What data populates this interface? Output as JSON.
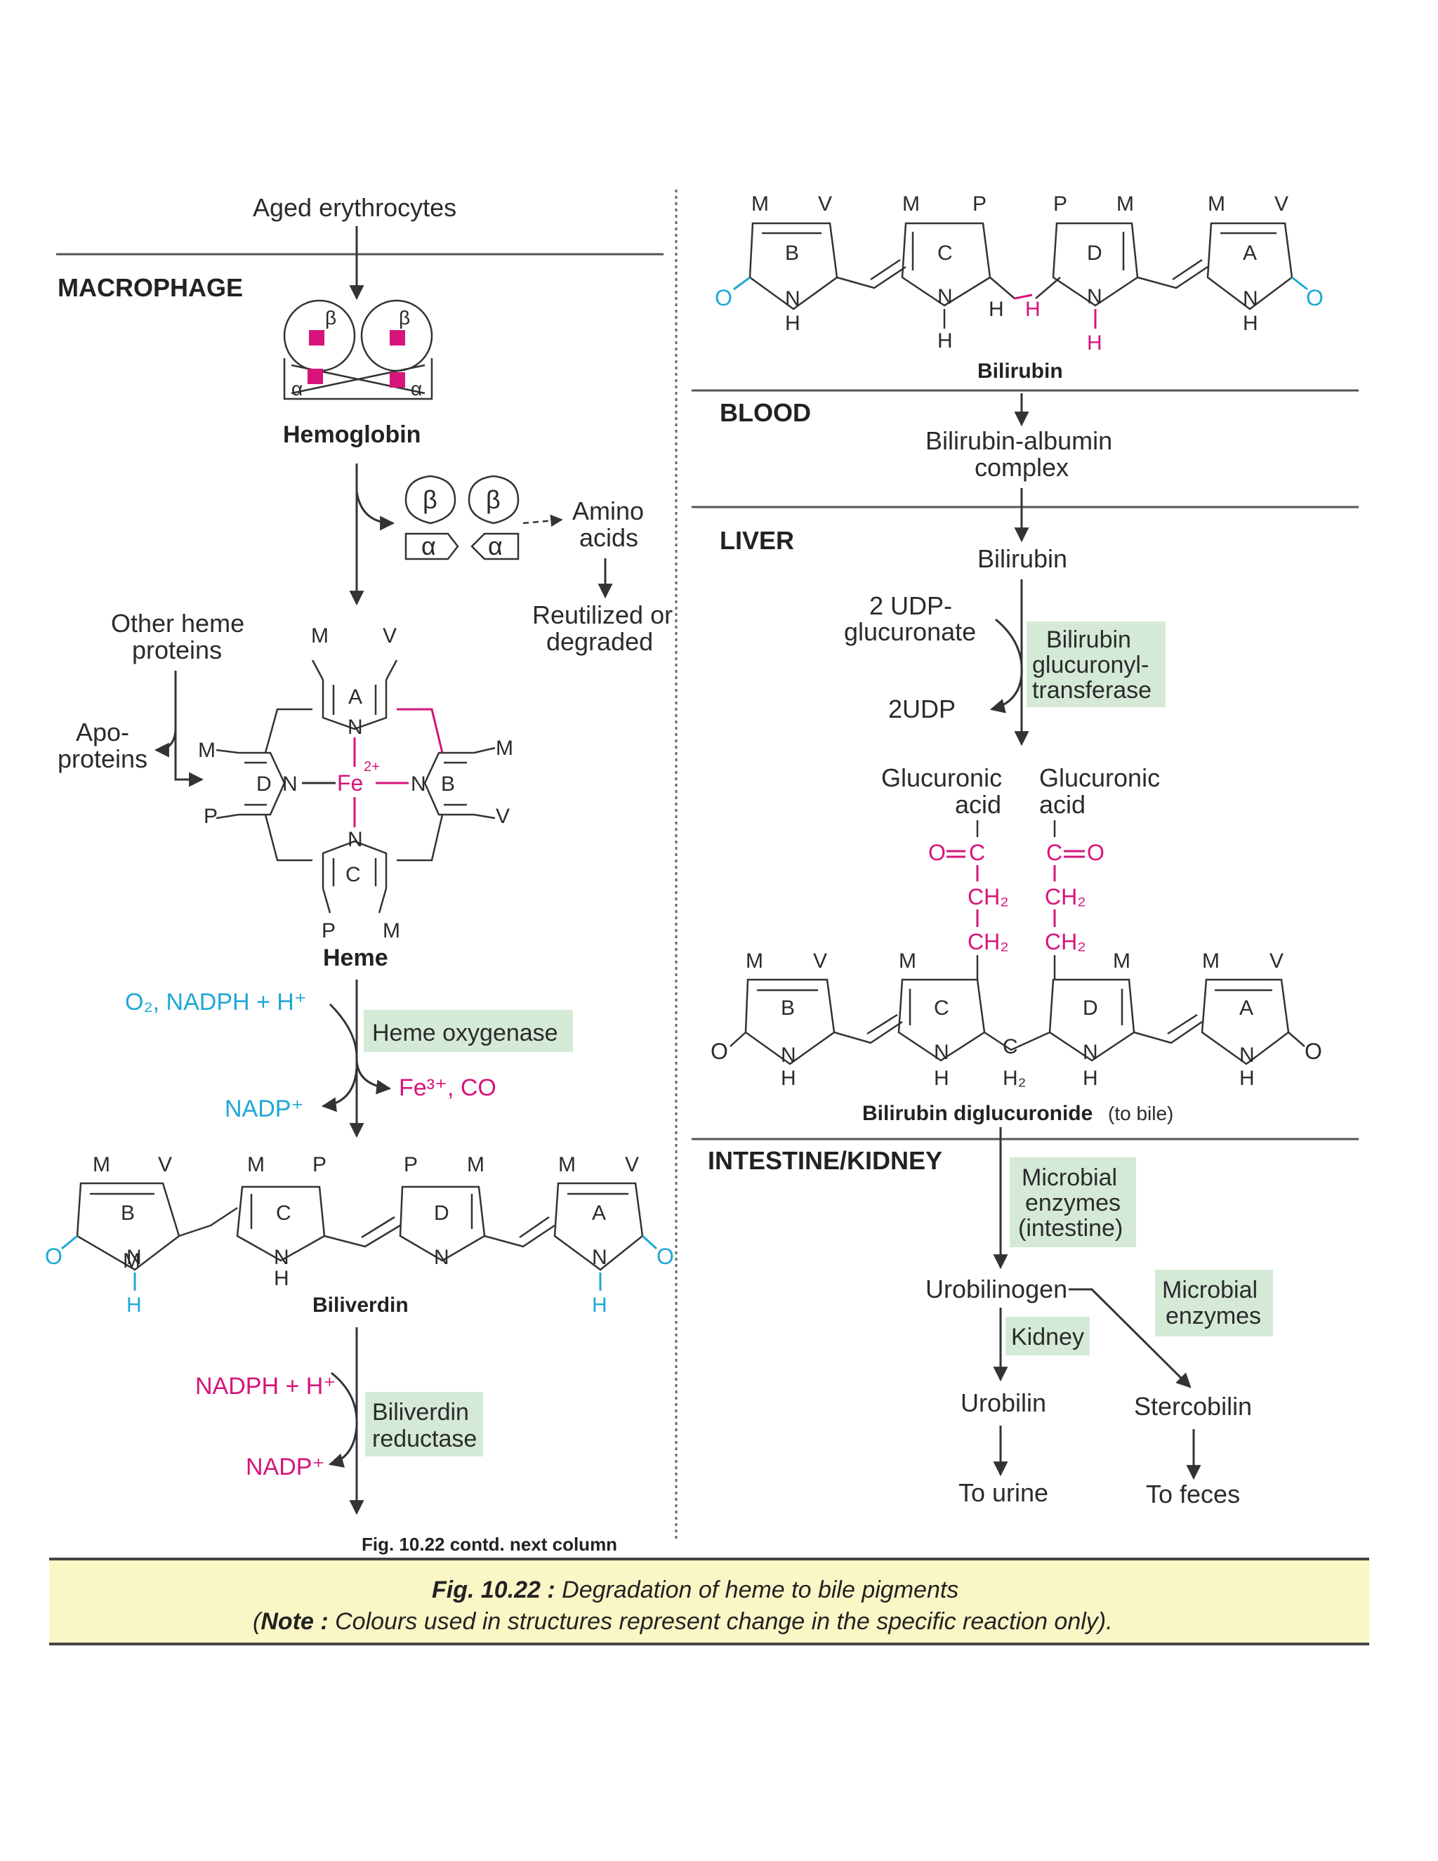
{
  "sections": {
    "macrophage": "MACROPHAGE",
    "blood": "BLOOD",
    "liver": "LIVER",
    "intestine": "INTESTINE/KIDNEY"
  },
  "left": {
    "aged": "Aged erythrocytes",
    "hemoglobin": "Hemoglobin",
    "beta": "β",
    "alpha": "α",
    "amino1": "Amino",
    "amino2": "acids",
    "reutil1": "Reutilized or",
    "reutil2": "degraded",
    "other1": "Other heme",
    "other2": "proteins",
    "apo1": "Apo-",
    "apo2": "proteins",
    "heme": "Heme",
    "iron": "Fe",
    "iron_charge": "2+",
    "o2": "O₂, NADPH + H⁺",
    "heme_oxygenase": "Heme oxygenase",
    "fe3": "Fe³⁺, CO",
    "nadp1": "NADP⁺",
    "biliverdin": "Biliverdin",
    "nadph2": "NADPH + H⁺",
    "biliverdin_reductase1": "Biliverdin",
    "biliverdin_reductase2": "reductase",
    "nadp2": "NADP⁺",
    "contd": "Fig. 10.22 contd. next column"
  },
  "right": {
    "bilirubin_top": "Bilirubin",
    "complex1": "Bilirubin-albumin",
    "complex2": "complex",
    "bilirubin_liver": "Bilirubin",
    "udp1": "2 UDP-",
    "udp2": "glucuronate",
    "udp3": "2UDP",
    "enz1": "Bilirubin",
    "enz2": "glucuronyl-",
    "enz3": "transferase",
    "gluc1": "Glucuronic",
    "acid1": "acid",
    "gluc2": "Glucuronic",
    "acid2": "acid",
    "diglucuronide": "Bilirubin diglucuronide",
    "to_bile": "(to bile)",
    "microbial1": "Microbial",
    "microbial2": "enzymes",
    "microbial3": "(intestine)",
    "urobilinogen": "Urobilinogen",
    "kidney": "Kidney",
    "microbial4": "Microbial",
    "microbial5": "enzymes",
    "urobilin": "Urobilin",
    "stercobilin": "Stercobilin",
    "to_urine": "To urine",
    "to_feces": "To feces"
  },
  "substituents": {
    "M": "M",
    "V": "V",
    "P": "P"
  },
  "rings": {
    "A": "A",
    "B": "B",
    "C": "C",
    "D": "D"
  },
  "atoms": {
    "N": "N",
    "H": "H",
    "O": "O",
    "C": "C",
    "CH2": "CH₂",
    "H2": "H₂"
  },
  "caption": {
    "fig": "Fig. 10.22 :",
    "title": " Degradation of heme to bile pigments",
    "note_open": "(",
    "note_bold": "Note :",
    "note_rest": " Colours used in structures represent change in the specific reaction only)."
  },
  "colors": {
    "cyan": "#1fa8d6",
    "magenta": "#d6147a",
    "enzyme_box": "#d4ead7",
    "caption_box": "#fbf6c6"
  }
}
